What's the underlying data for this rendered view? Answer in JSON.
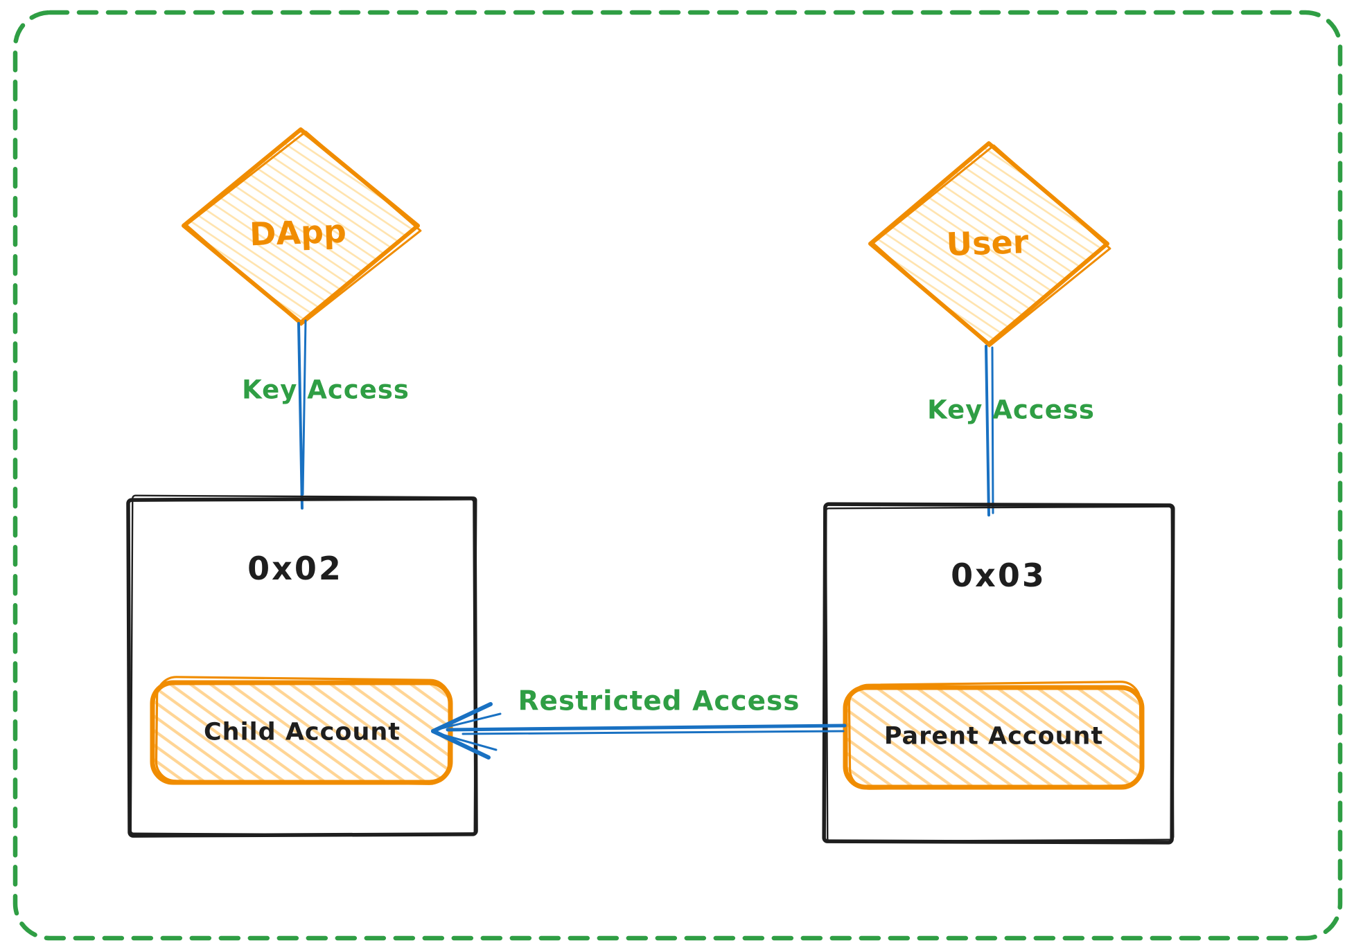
{
  "diagram": {
    "nodes": {
      "dapp": {
        "label": "DApp",
        "shape": "diamond"
      },
      "user": {
        "label": "User",
        "shape": "diamond"
      },
      "box_0x02": {
        "label": "0x02",
        "shape": "rectangle"
      },
      "box_0x03": {
        "label": "0x03",
        "shape": "rectangle"
      },
      "child_account": {
        "label": "Child Account",
        "shape": "rounded-rectangle"
      },
      "parent_account": {
        "label": "Parent Account",
        "shape": "rounded-rectangle"
      }
    },
    "edges": {
      "dapp_key": {
        "label": "Key Access",
        "from": "DApp",
        "to": "0x02"
      },
      "user_key": {
        "label": "Key Access",
        "from": "User",
        "to": "0x03"
      },
      "restricted": {
        "label": "Restricted Access",
        "from": "Parent Account",
        "to": "Child Account"
      }
    },
    "colors": {
      "orange": "#f08c00",
      "orange_fill_light": "#ffe3ad",
      "orange_fill_bold": "#ffd595",
      "green": "#2f9e44",
      "blue": "#1971c2",
      "black": "#1e1e1e",
      "background": "#ffffff"
    }
  }
}
